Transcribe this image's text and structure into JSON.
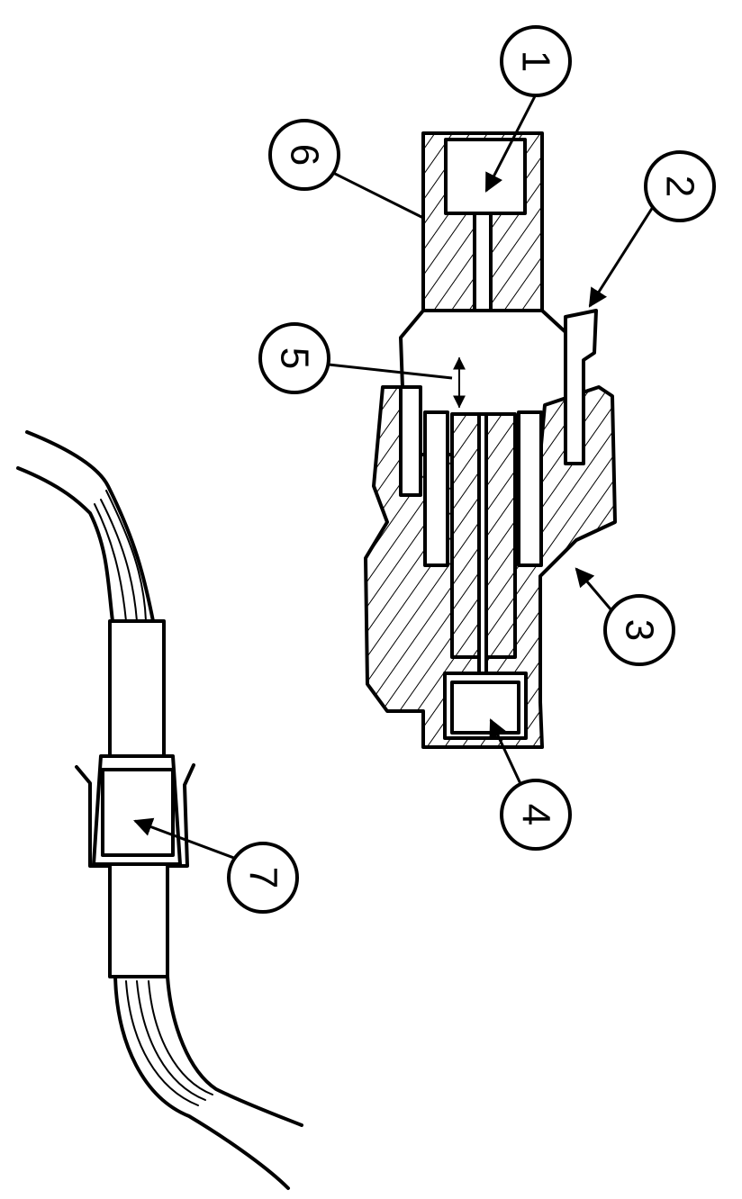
{
  "diagram": {
    "callouts": [
      {
        "id": "c1",
        "label": "1"
      },
      {
        "id": "c2",
        "label": "2"
      },
      {
        "id": "c3",
        "label": "3"
      },
      {
        "id": "c4",
        "label": "4"
      },
      {
        "id": "c5",
        "label": "5"
      },
      {
        "id": "c6",
        "label": "6"
      },
      {
        "id": "c7",
        "label": "7"
      }
    ]
  },
  "colors": {
    "ink": "#000000",
    "paper": "#ffffff"
  }
}
